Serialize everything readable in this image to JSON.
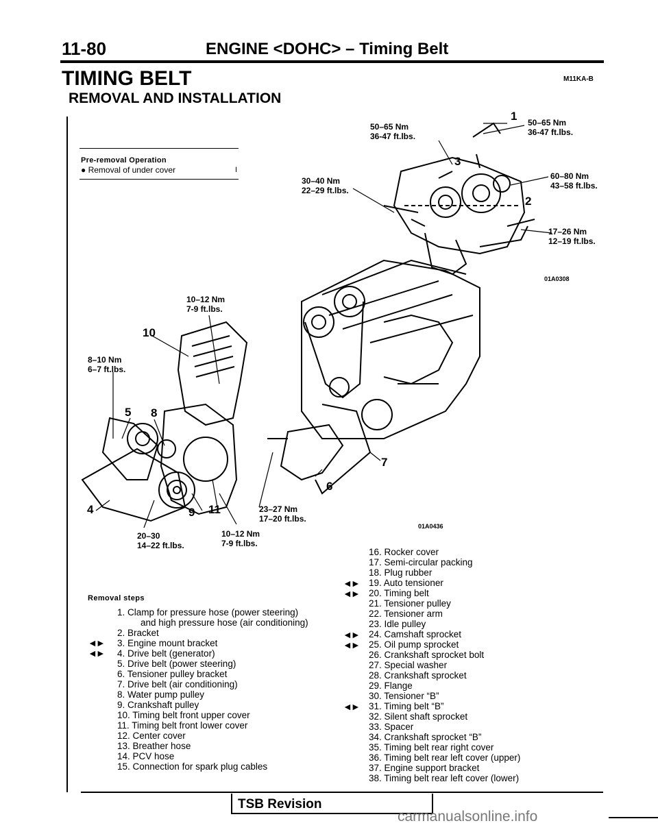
{
  "header": {
    "page_number": "11-80",
    "chapter_title": "ENGINE <DOHC> – Timing Belt"
  },
  "section": {
    "title": "TIMING BELT",
    "code": "M11KA-B",
    "subtitle": "REMOVAL AND INSTALLATION"
  },
  "pre_removal": {
    "title": "Pre-removal Operation",
    "item": "Removal of under cover",
    "mark": "I"
  },
  "figure_upper": {
    "code": "01A0308",
    "torques": [
      {
        "id": "t1",
        "nm": "50–65 Nm",
        "ft": "36-47 ft.lbs."
      },
      {
        "id": "t2",
        "nm": "50–65 Nm",
        "ft": "36-47 ft.lbs."
      },
      {
        "id": "t3",
        "nm": "30–40 Nm",
        "ft": "22–29 ft.lbs."
      },
      {
        "id": "t4",
        "nm": "60–80 Nm",
        "ft": "43–58 ft.lbs."
      },
      {
        "id": "t5",
        "nm": "17–26 Nm",
        "ft": "12–19 ft.lbs."
      }
    ],
    "labels": [
      "1",
      "3",
      "2"
    ]
  },
  "figure_lower": {
    "code": "01A0436",
    "torques": [
      {
        "id": "t6",
        "nm": "10–12 Nm",
        "ft": "7-9 ft.lbs."
      },
      {
        "id": "t7",
        "nm": "8–10 Nm",
        "ft": "6–7 ft.lbs."
      },
      {
        "id": "t8",
        "nm": "23–27 Nm",
        "ft": "17–20 ft.lbs."
      },
      {
        "id": "t9",
        "nm": "10–12 Nm",
        "ft": "7-9 ft.lbs."
      },
      {
        "id": "t10",
        "nm": "20–30",
        "ft": "14–22 ft.lbs."
      }
    ],
    "labels": [
      "10",
      "5",
      "8",
      "4",
      "9",
      "11",
      "7",
      "6"
    ]
  },
  "removal_steps": {
    "title": "Removal steps",
    "mark": "◄►",
    "left": [
      {
        "text": "1. Clamp for pressure hose (power steering)",
        "mark": false
      },
      {
        "text": "and high pressure hose (air conditioning)",
        "mark": false,
        "indent": true
      },
      {
        "text": "2. Bracket",
        "mark": false
      },
      {
        "text": "3. Engine mount bracket",
        "mark": true
      },
      {
        "text": "4. Drive belt (generator)",
        "mark": true
      },
      {
        "text": "5. Drive belt (power steering)",
        "mark": false
      },
      {
        "text": "6. Tensioner pulley bracket",
        "mark": false
      },
      {
        "text": "7. Drive belt (air conditioning)",
        "mark": false
      },
      {
        "text": "8. Water pump pulley",
        "mark": false
      },
      {
        "text": "9. Crankshaft pulley",
        "mark": false
      },
      {
        "text": "10. Timing belt front upper cover",
        "mark": false
      },
      {
        "text": "11. Timing belt front lower cover",
        "mark": false
      },
      {
        "text": "12. Center cover",
        "mark": false
      },
      {
        "text": "13. Breather hose",
        "mark": false
      },
      {
        "text": "14. PCV hose",
        "mark": false
      },
      {
        "text": "15. Connection for spark plug cables",
        "mark": false
      }
    ],
    "right": [
      {
        "text": "16. Rocker cover",
        "mark": false
      },
      {
        "text": "17. Semi-circular packing",
        "mark": false
      },
      {
        "text": "18. Plug rubber",
        "mark": false
      },
      {
        "text": "19. Auto tensioner",
        "mark": true
      },
      {
        "text": "20. Timing belt",
        "mark": true
      },
      {
        "text": "21. Tensioner pulley",
        "mark": false
      },
      {
        "text": "22. Tensioner arm",
        "mark": false
      },
      {
        "text": "23. Idle pulley",
        "mark": false
      },
      {
        "text": "24. Camshaft sprocket",
        "mark": true
      },
      {
        "text": "25. Oil pump sprocket",
        "mark": true
      },
      {
        "text": "26. Crankshaft sprocket bolt",
        "mark": false
      },
      {
        "text": "27. Special washer",
        "mark": false
      },
      {
        "text": "28. Crankshaft sprocket",
        "mark": false
      },
      {
        "text": "29. Flange",
        "mark": false
      },
      {
        "text": "30. Tensioner “B”",
        "mark": false
      },
      {
        "text": "31. Timing belt “B”",
        "mark": true
      },
      {
        "text": "32. Silent shaft sprocket",
        "mark": false
      },
      {
        "text": "33. Spacer",
        "mark": false
      },
      {
        "text": "34. Crankshaft sprocket “B”",
        "mark": false
      },
      {
        "text": "35. Timing belt rear right cover",
        "mark": false
      },
      {
        "text": "36. Timing belt rear left cover (upper)",
        "mark": false
      },
      {
        "text": "37. Engine support bracket",
        "mark": false
      },
      {
        "text": "38. Timing belt rear left cover (lower)",
        "mark": false
      }
    ]
  },
  "footer": {
    "tsb": "TSB Revision",
    "watermark": "carmanualsonline.info"
  }
}
